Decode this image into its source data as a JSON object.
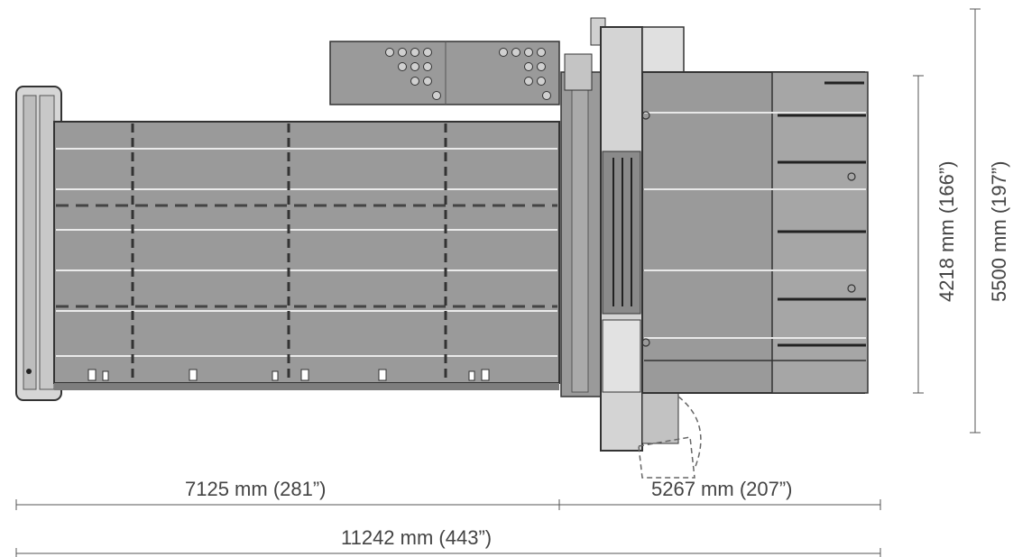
{
  "dimensions": {
    "table_length": "7125 mm (281”)",
    "machine_length": "5267 mm (207”)",
    "total_length": "11242 mm (443”)",
    "inner_depth": "4218 mm (166”)",
    "total_depth": "5500 mm (197”)"
  },
  "colors": {
    "body": "#9a9a9a",
    "body_light": "#bdbdbd",
    "panel": "#d8d8d8",
    "outline": "#333333",
    "dim_line": "#555555"
  }
}
